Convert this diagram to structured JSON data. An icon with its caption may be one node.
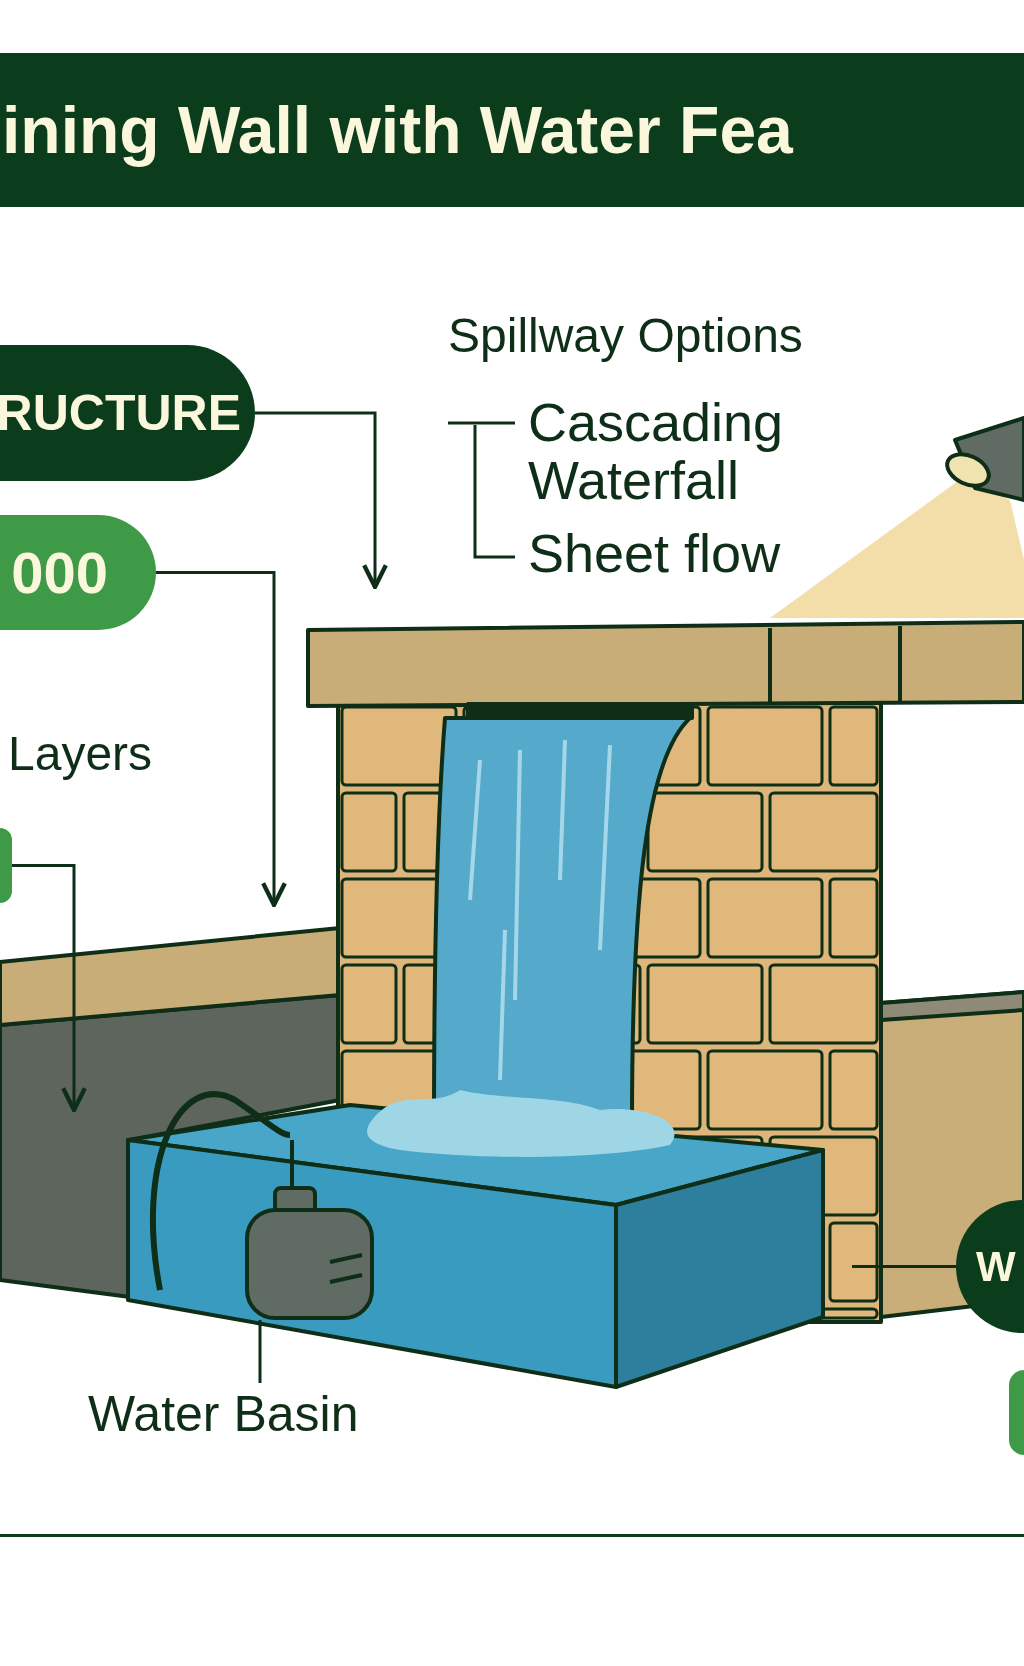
{
  "diagram": {
    "title": "ining Wall with Water Fea",
    "nodes": [
      {
        "text": [
          "RUCTURE"
        ]
      },
      {
        "text": [
          "000"
        ]
      },
      {
        "text": [],
        "shape": "circle"
      },
      {
        "text": [
          "Water Basin"
        ]
      },
      {
        "text": [
          "W"
        ]
      },
      {
        "text": [],
        "shape": "circle"
      }
    ],
    "edges": [
      {
        "from": 0,
        "to": null,
        "arrow": "to"
      },
      {
        "from": 1,
        "to": null,
        "arrow": "to"
      },
      {
        "from": 2,
        "to": null,
        "arrow": "to"
      },
      {
        "from": 3,
        "to": null,
        "arrow": "none"
      },
      {
        "from": 4,
        "to": null,
        "arrow": "none"
      }
    ],
    "labels": [
      "Spillway Options",
      "Cascading Waterfall",
      "Sheet flow",
      "Layers"
    ]
  }
}
